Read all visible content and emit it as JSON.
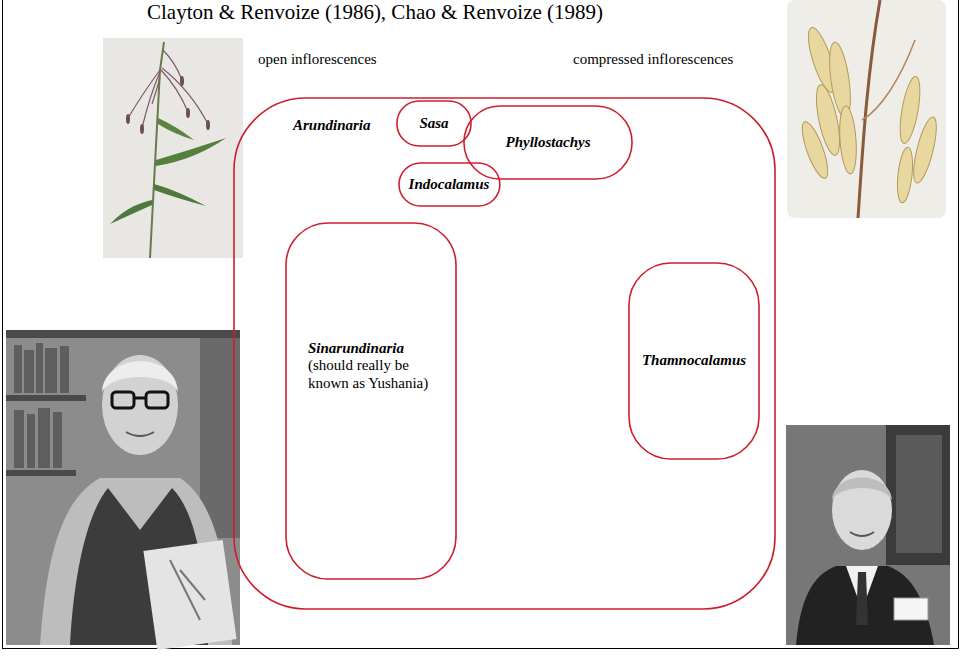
{
  "diagram": {
    "title": "Clayton & Renvoize (1986), Chao & Renvoize (1989)",
    "nodes": [
      {
        "text": [
          "Arundinaria"
        ]
      },
      {
        "text": [
          "Sasa"
        ],
        "in": 0
      },
      {
        "text": [
          "Phyllostachys"
        ],
        "in": 0
      },
      {
        "text": [
          "Indocalamus"
        ],
        "in": 0
      },
      {
        "text": [
          "Sinarundinaria",
          "(should really be known as Yushania)"
        ],
        "in": 0
      },
      {
        "text": [
          "Thamnocalamus"
        ],
        "in": 0
      }
    ],
    "labels": [
      "open inflorescences",
      "compressed inflorescences"
    ]
  }
}
